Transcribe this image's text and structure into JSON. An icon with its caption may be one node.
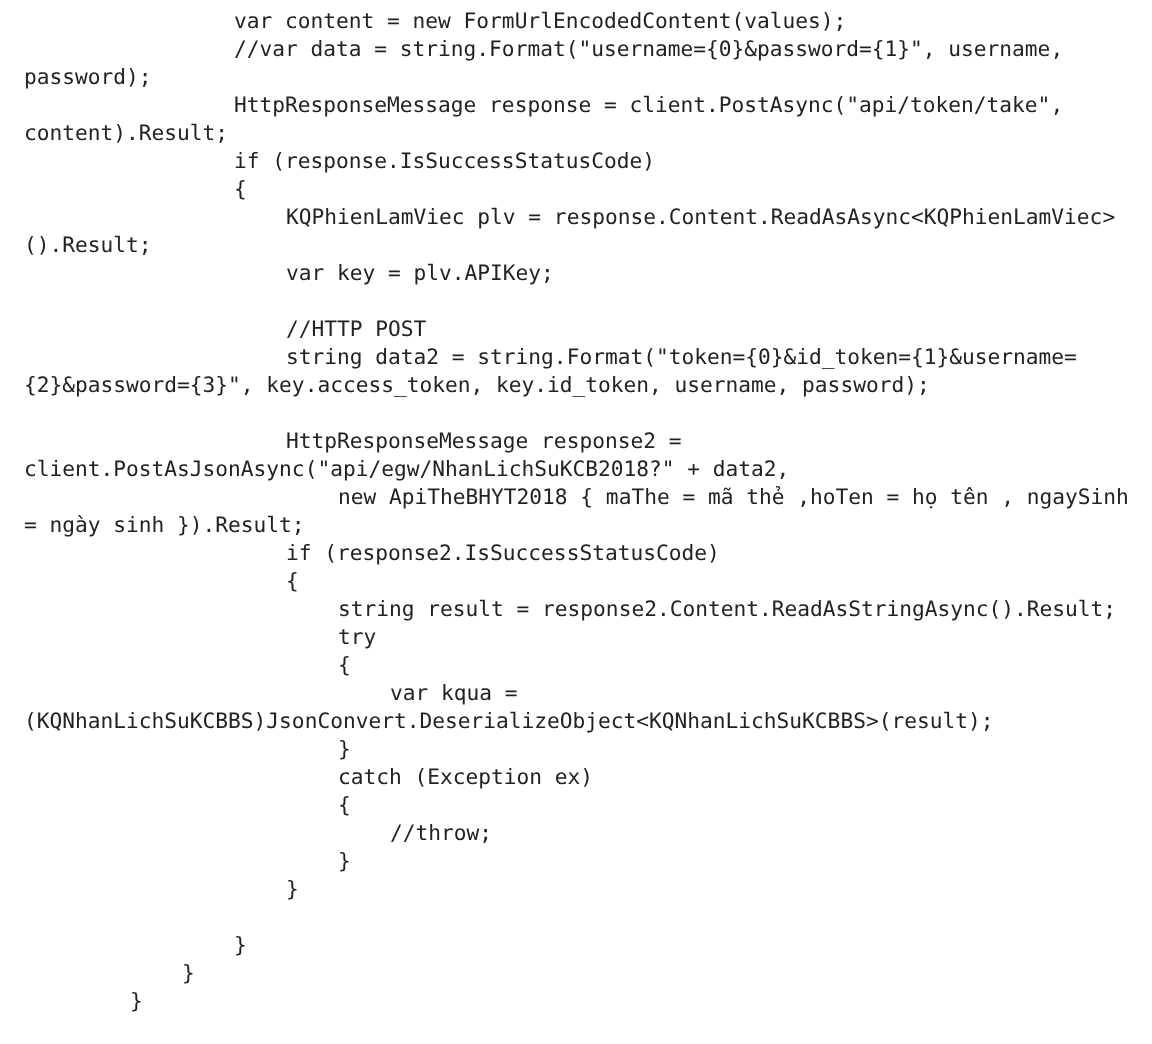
{
  "diagram": {
    "labels": [
      "var content = new FormUrlEncodedContent(values);",
      "//var data = string.Format(\"username={0}&password={1}\", username, password);",
      "HttpResponseMessage response = client.PostAsync(\"api/token/take\", content).Result;",
      "if (response.IsSuccessStatusCode)",
      "{",
      "KQPhienLamViec plv = response.Content.ReadAsAsync<KQPhienLamViec>().Result;",
      "var key = plv.APIKey;",
      "//HTTP POST",
      "string data2 = string.Format(\"token={0}&id_token={1}&username={2}&password={3}\", key.access_token, key.id_token, username, password);",
      "HttpResponseMessage response2 = client.PostAsJsonAsync(\"api/egw/NhanLichSuKCB2018?\" + data2,",
      "new ApiTheBHYT2018 { maThe = mã thẻ ,hoTen = họ tên , ngaySinh = ngày sinh }).Result;",
      "if (response2.IsSuccessStatusCode)",
      "{",
      "string result = response2.Content.ReadAsStringAsync().Result;",
      "try",
      "{",
      "var kqua = (KQNhanLichSuKCBBS)JsonConvert.DeserializeObject<KQNhanLichSuKCBBS>(result);",
      "}",
      "catch (Exception ex)",
      "{",
      "//throw;",
      "}",
      "}",
      "}",
      "}",
      "}"
    ]
  }
}
